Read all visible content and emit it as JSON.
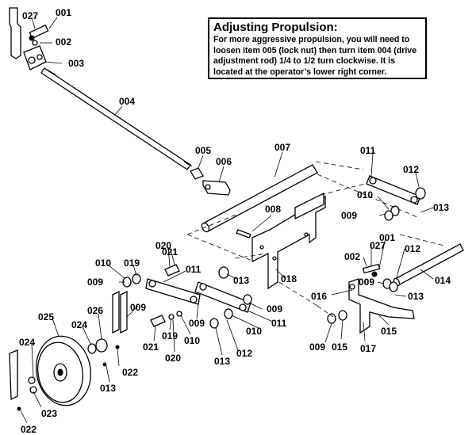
{
  "note": {
    "title": "Adjusting Propulsion:",
    "body": "For more aggressive propulsion, you will need to loosen item 005 (lock nut) then turn item 004 (drive adjustment rod) 1/4 to 1/2 turn clockwise. It is located at the operator’s lower right corner."
  },
  "labels": [
    {
      "id": "c027a",
      "text": "027"
    },
    {
      "id": "c001a",
      "text": "001"
    },
    {
      "id": "c002a",
      "text": "002"
    },
    {
      "id": "c003",
      "text": "003"
    },
    {
      "id": "c004",
      "text": "004"
    },
    {
      "id": "c005",
      "text": "005"
    },
    {
      "id": "c006",
      "text": "006"
    },
    {
      "id": "c007",
      "text": "007"
    },
    {
      "id": "c008",
      "text": "008"
    },
    {
      "id": "c011a",
      "text": "011"
    },
    {
      "id": "c012a",
      "text": "012"
    },
    {
      "id": "c010a",
      "text": "010"
    },
    {
      "id": "c009a",
      "text": "009"
    },
    {
      "id": "c013a",
      "text": "013"
    },
    {
      "id": "c027b",
      "text": "027"
    },
    {
      "id": "c001b",
      "text": "001"
    },
    {
      "id": "c002b",
      "text": "002"
    },
    {
      "id": "c009b",
      "text": "009"
    },
    {
      "id": "c012b",
      "text": "012"
    },
    {
      "id": "c014",
      "text": "014"
    },
    {
      "id": "c016",
      "text": "016"
    },
    {
      "id": "c013b",
      "text": "013"
    },
    {
      "id": "c018",
      "text": "018"
    },
    {
      "id": "c013c",
      "text": "013"
    },
    {
      "id": "c020a",
      "text": "020"
    },
    {
      "id": "c021a",
      "text": "021"
    },
    {
      "id": "c010b",
      "text": "010"
    },
    {
      "id": "c019a",
      "text": "019"
    },
    {
      "id": "c011b",
      "text": "011"
    },
    {
      "id": "c009c",
      "text": "009"
    },
    {
      "id": "c009d",
      "text": "009"
    },
    {
      "id": "c009e",
      "text": "009"
    },
    {
      "id": "c009f",
      "text": "009"
    },
    {
      "id": "c011c",
      "text": "011"
    },
    {
      "id": "c010c",
      "text": "010"
    },
    {
      "id": "c015a",
      "text": "015"
    },
    {
      "id": "c009g",
      "text": "009"
    },
    {
      "id": "c015b",
      "text": "015"
    },
    {
      "id": "c017",
      "text": "017"
    },
    {
      "id": "c025",
      "text": "025"
    },
    {
      "id": "c026",
      "text": "026"
    },
    {
      "id": "c024a",
      "text": "024"
    },
    {
      "id": "c021b",
      "text": "021"
    },
    {
      "id": "c019b",
      "text": "019"
    },
    {
      "id": "c010d",
      "text": "010"
    },
    {
      "id": "c020b",
      "text": "020"
    },
    {
      "id": "c012c",
      "text": "012"
    },
    {
      "id": "c013d",
      "text": "013"
    },
    {
      "id": "c022a",
      "text": "022"
    },
    {
      "id": "c013e",
      "text": "013"
    },
    {
      "id": "c024b",
      "text": "024"
    },
    {
      "id": "c023",
      "text": "023"
    },
    {
      "id": "c022b",
      "text": "022"
    }
  ]
}
